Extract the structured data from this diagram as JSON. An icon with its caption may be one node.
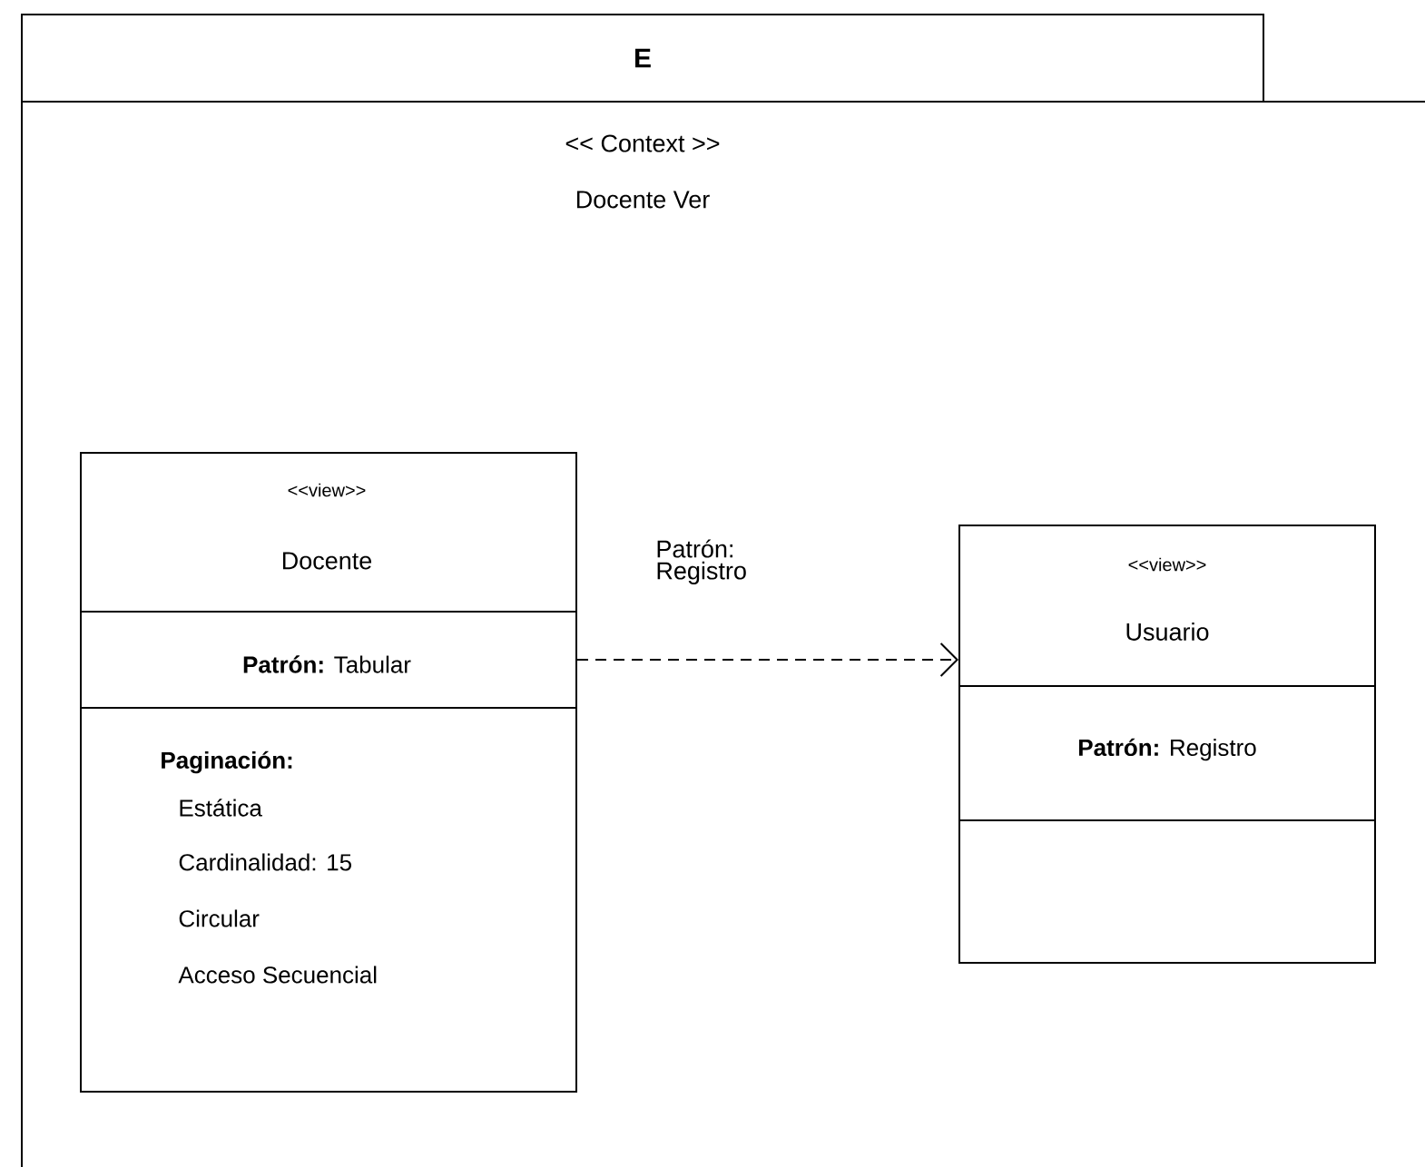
{
  "diagram": {
    "nodes": [
      {
        "text": [
          "E",
          "<< Context >>",
          "Docente Ver"
        ]
      },
      {
        "text": [
          "<<view>>",
          "Docente",
          "**Patrón:** Tabular",
          "Paginación:",
          "Estática",
          "Cardinalidad: 15",
          "Circular",
          "Acceso Secuencial"
        ],
        "in": 0
      },
      {
        "text": [
          "<<view>>",
          "Usuario",
          "**Patrón:** Registro"
        ],
        "in": 0
      }
    ],
    "edges": [
      {
        "from": 1,
        "to": 2,
        "arrow": "to",
        "style": "dashed",
        "label": "Patrón: Registro"
      }
    ]
  }
}
